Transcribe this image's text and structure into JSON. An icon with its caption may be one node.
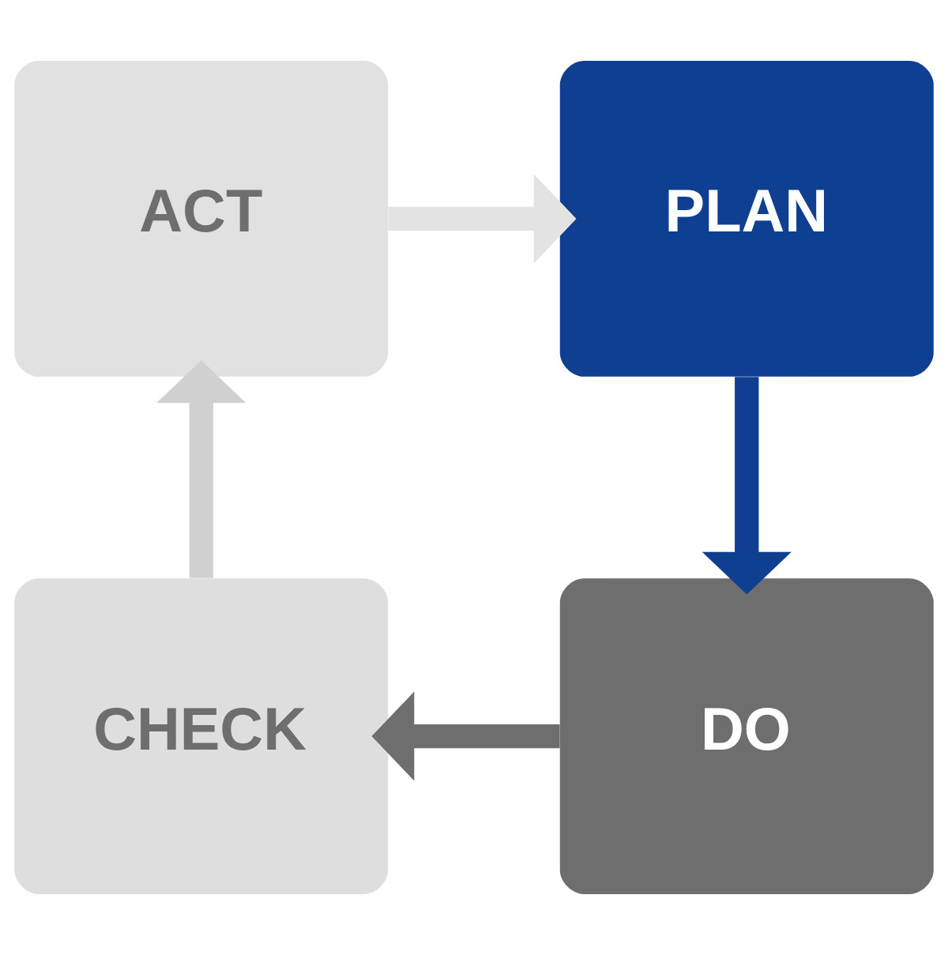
{
  "diagram": {
    "nodes": [
      {
        "text": [
          "ACT"
        ]
      },
      {
        "text": [
          "PLAN"
        ]
      },
      {
        "text": [
          "CHECK"
        ]
      },
      {
        "text": [
          "DO"
        ]
      }
    ],
    "edges": [
      {
        "from": 1,
        "to": 3,
        "arrow": "to",
        "color": "#0f3f91"
      },
      {
        "from": 3,
        "to": 2,
        "arrow": "to",
        "color": "#6e6e6e"
      },
      {
        "from": 2,
        "to": 0,
        "arrow": "to",
        "color": "#d0d0d0"
      },
      {
        "from": 0,
        "to": 1,
        "arrow": "to",
        "color": "#e3e3e3"
      }
    ]
  }
}
